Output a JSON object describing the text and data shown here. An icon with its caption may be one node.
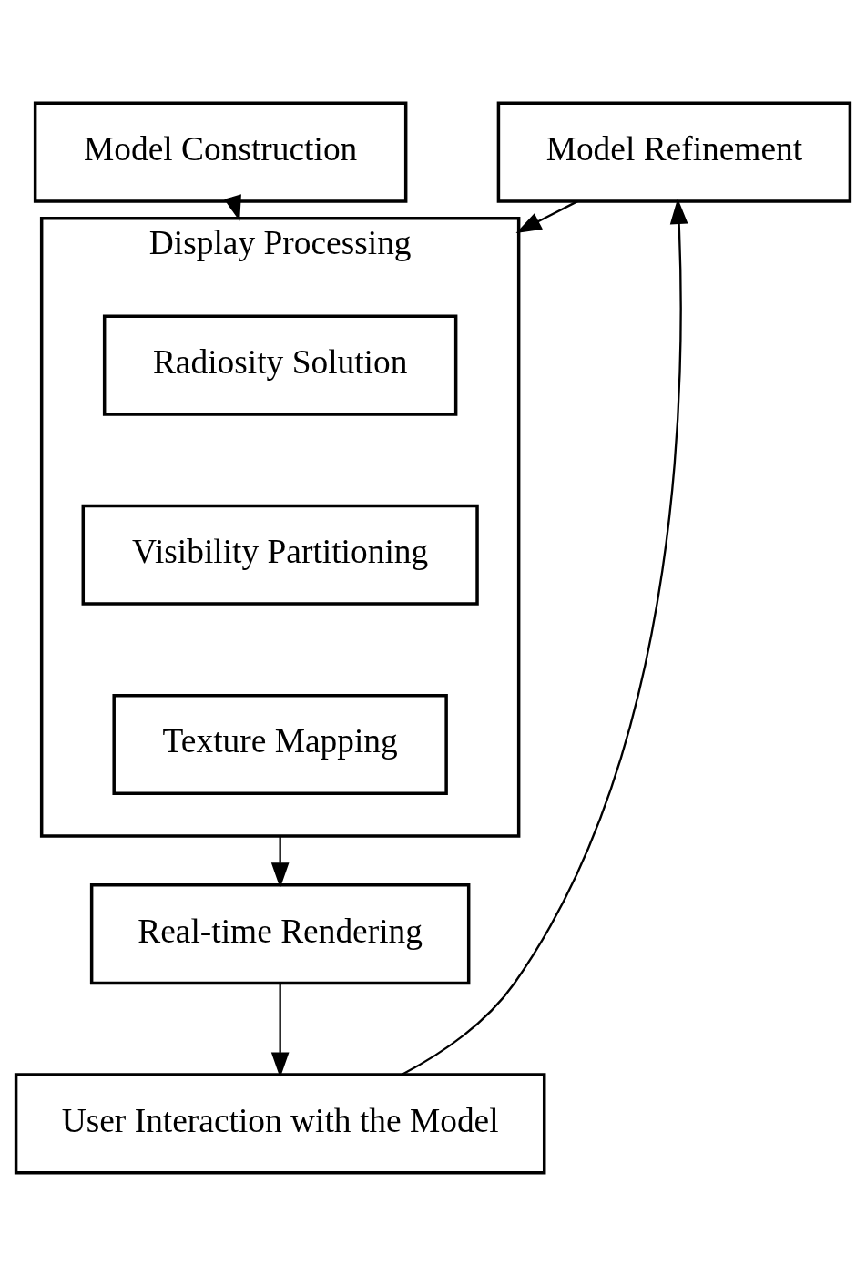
{
  "diagram": {
    "nodes": [
      {
        "text": [
          "Model Construction"
        ]
      },
      {
        "text": [
          "Model Refinement"
        ]
      },
      {
        "text": [
          "Display Processing"
        ]
      },
      {
        "text": [
          "Radiosity Solution"
        ],
        "in": 2
      },
      {
        "text": [
          "Visibility Partitioning"
        ],
        "in": 2
      },
      {
        "text": [
          "Texture Mapping"
        ],
        "in": 2
      },
      {
        "text": [
          "Real-time Rendering"
        ]
      },
      {
        "text": [
          "User Interaction with the Model"
        ]
      }
    ],
    "edges": [
      {
        "from": 0,
        "to": 2,
        "arrow": "to"
      },
      {
        "from": 1,
        "to": 2,
        "arrow": "to"
      },
      {
        "from": 2,
        "to": 6,
        "arrow": "to"
      },
      {
        "from": 6,
        "to": 7,
        "arrow": "to"
      },
      {
        "from": 7,
        "to": 1,
        "arrow": "to"
      }
    ]
  }
}
